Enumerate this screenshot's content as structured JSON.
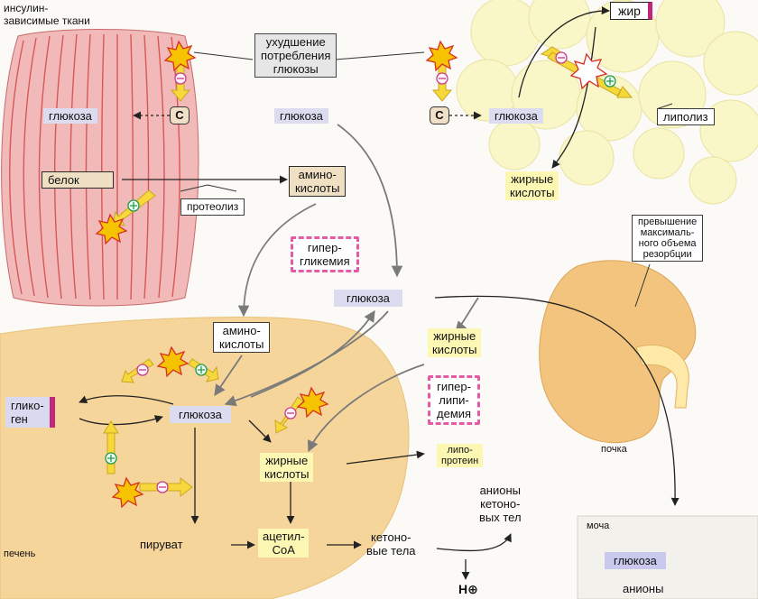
{
  "tissue_label": "инсулин-\nзависимые ткани",
  "muscle": {
    "glucose": "глюкоза",
    "protein": "белок"
  },
  "carrier_symbol": "C",
  "impaired_uptake": "ухудшение\nпотребления\nглюкозы",
  "blood_glucose_top": "глюкоза",
  "adipose": {
    "glucose": "глюкоза",
    "fat": "жир",
    "lipolysis": "липолиз"
  },
  "proteolysis": "протеолиз",
  "amino_acids_top": "амино-\nкислоты",
  "fatty_acids_top": "жирные\nкислоты",
  "hyperglycemia": "гипер-\nгликемия",
  "blood_glucose_center": "глюкоза",
  "resorption_note": "превышение\nмаксималь-\nного объема\nрезорбции",
  "liver": {
    "amino_acids": "амино-\nкислоты",
    "glycogen": "глико-\nген",
    "glucose": "глюкоза",
    "fatty_acids": "жирные\nкислоты",
    "pyruvate": "пируват",
    "acetyl_coa": "ацетил-\nCoA",
    "ketone_bodies": "кетоно-\nвые тела",
    "label": "печень"
  },
  "blood_fatty_acids": "жирные\nкислоты",
  "hyperlipidemia": "гипер-\nлипи-\nдемия",
  "lipoprotein": "липо-\nпротеин",
  "ketone_anions": "анионы\nкетоно-\nвых тел",
  "proton": "H⊕",
  "kidney_label": "почка",
  "urine": {
    "label": "моча",
    "glucose": "глюкоза",
    "anions": "анионы"
  },
  "sign_plus": "+",
  "sign_minus": "−",
  "colors": {
    "muscle": "#f2b9b9",
    "muscle_fiber": "#d14848",
    "liver": "#f6d59a",
    "adipose": "#f9f6c8",
    "kidney": "#f3c47e",
    "blood_glucose_box": "#dcdcf0",
    "fatty_acid_box": "#fdf7b4",
    "alert_border": "#e45aa5",
    "burst": "#f5c300",
    "arrow_yellow": "#f7d83a",
    "plus": "#1f9a4a",
    "minus": "#c73b8c"
  },
  "icons": {
    "burst": "starburst-icon",
    "plus": "plus-icon",
    "minus": "minus-icon"
  }
}
